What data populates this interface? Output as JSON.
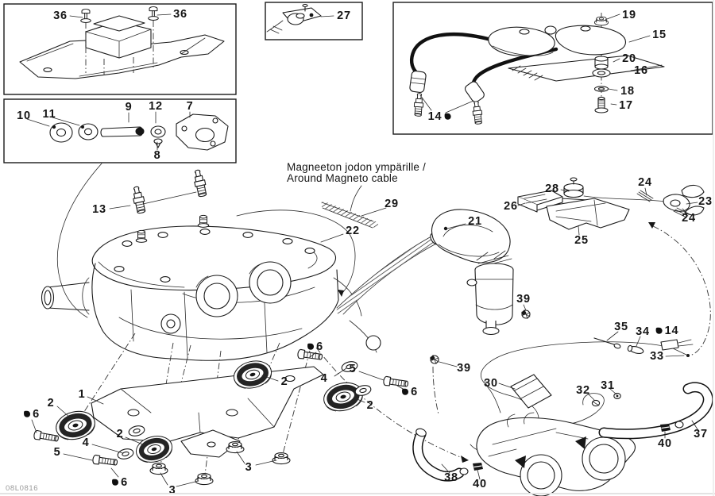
{
  "doc": {
    "code": "08L0816",
    "note_line1": "Magneeton jodon ympärille /",
    "note_line2": "Around Magneto cable"
  },
  "colors": {
    "line": "#1a1a1a",
    "background": "#ffffff",
    "code_text": "#9a9a9a"
  },
  "icons": {
    "droplet": "lubricant-drop"
  },
  "callouts": {
    "k36a": "36",
    "k36b": "36",
    "k27": "27",
    "k19": "19",
    "k15": "15",
    "k20": "20",
    "k16": "16",
    "k18": "18",
    "k17": "17",
    "k14a": "14",
    "k10": "10",
    "k11": "11",
    "k9": "9",
    "k12": "12",
    "k7": "7",
    "k8": "8",
    "k13": "13",
    "k29": "29",
    "k22": "22",
    "k21": "21",
    "k28": "28",
    "k26": "26",
    "k24a": "24",
    "k23": "23",
    "k24b": "24",
    "k25": "25",
    "k39a": "39",
    "k35": "35",
    "k34": "34",
    "k14b": "14",
    "k33": "33",
    "k39b": "39",
    "k30": "30",
    "k32": "32",
    "k31": "31",
    "k1": "1",
    "k2a": "2",
    "k2b": "2",
    "k2c": "2",
    "k2d": "2",
    "k4a": "4",
    "k5a": "5",
    "k4b": "4",
    "k5b": "5",
    "k6a": "6",
    "k6b": "6",
    "k6c": "6",
    "k6d": "6",
    "k3a": "3",
    "k3b": "3",
    "k38": "38",
    "k40a": "40",
    "k40b": "40",
    "k37": "37"
  }
}
